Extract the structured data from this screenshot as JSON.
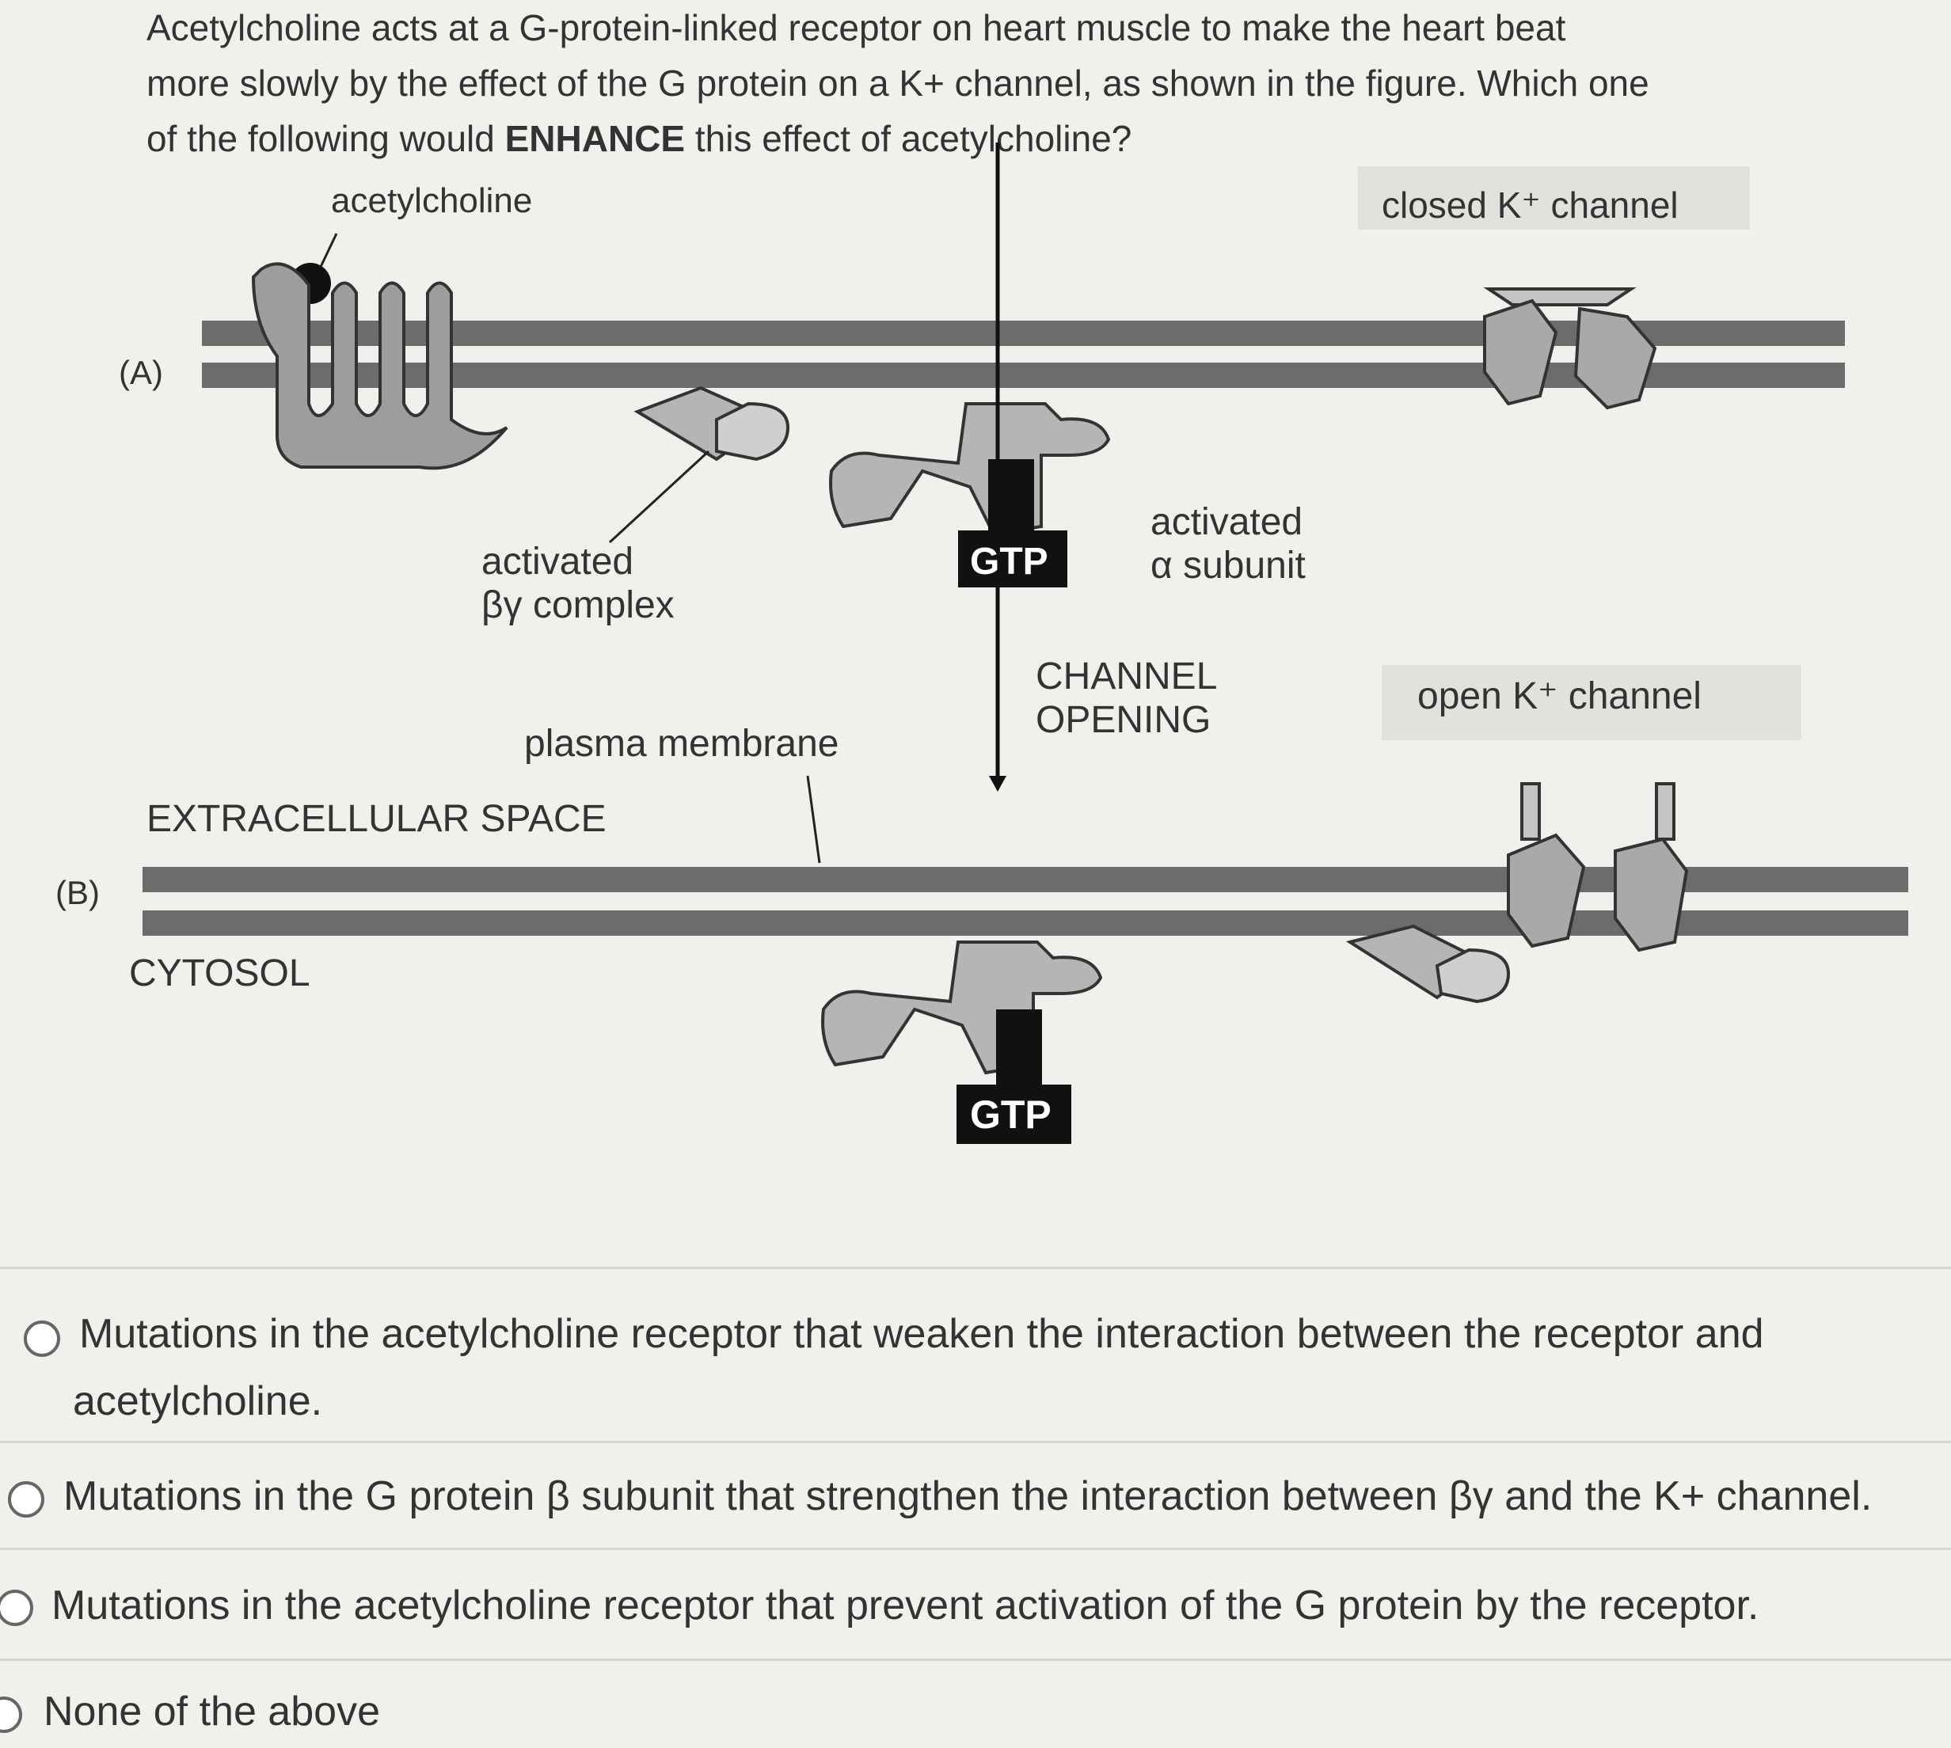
{
  "question": {
    "line1": "Acetylcholine acts at a G-protein-linked receptor on heart muscle to make the heart beat",
    "line2": "more slowly by the effect of the G protein on a K+ channel, as shown in the figure. Which one",
    "line3_before": "of the following would ",
    "line3_bold": "ENHANCE",
    "line3_after": " this effect of acetylcholine?"
  },
  "figure": {
    "panel_a": "(A)",
    "panel_b": "(B)",
    "acetylcholine": "acetylcholine",
    "closed_channel": "closed K⁺ channel",
    "activated_by_1": "activated",
    "activated_by_2": "βγ complex",
    "gtp": "GTP",
    "activated_alpha_1": "activated",
    "activated_alpha_2": "α subunit",
    "channel_opening_1": "CHANNEL",
    "channel_opening_2": "OPENING",
    "open_channel": "open K⁺ channel",
    "plasma_membrane": "plasma membrane",
    "extracellular": "EXTRACELLULAR SPACE",
    "cytosol": "CYTOSOL",
    "colors": {
      "membrane": "#6c6c6c",
      "protein": "#9d9d9d",
      "protein_light": "#c4c4c4",
      "gtp_box": "#111111"
    }
  },
  "options": [
    {
      "line1": "Mutations in the acetylcholine receptor that weaken the interaction between the receptor and",
      "line2": "acetylcholine."
    },
    {
      "line1": "Mutations in the G protein β subunit that strengthen the interaction between βγ and the K+ channel."
    },
    {
      "line1": "Mutations in the acetylcholine receptor that prevent activation of the G protein by the receptor."
    },
    {
      "line1": "None of the above"
    }
  ]
}
